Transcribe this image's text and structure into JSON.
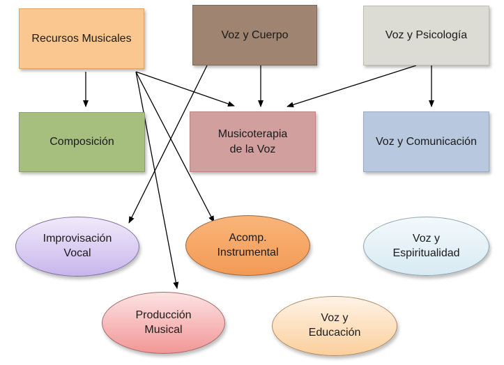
{
  "nodes": {
    "recursos": "Recursos Musicales",
    "cuerpo": "Voz y Cuerpo",
    "psicologia": "Voz y Psicología",
    "composicion": "Composición",
    "musicoterapia": "Musicoterapia\nde la Voz",
    "comunicacion": "Voz y Comunicación",
    "improvisacion": "Improvisación\nVocal",
    "acomp": "Acomp.\nInstrumental",
    "espiritualidad": "Voz y\nEspiritualidad",
    "produccion": "Producción\nMusical",
    "educacion": "Voz y\nEducación"
  },
  "colors": {
    "recursos": "#f9c78f",
    "cuerpo": "#9e8471",
    "psicologia": "#dcdcd4",
    "composicion": "#a6bf7f",
    "musicoterapia": "#d19f9e",
    "comunicacion": "#b8c8de",
    "improvisacion": "#c7b5eb",
    "acomp": "#f39a55",
    "espiritualidad": "#d8eaf3",
    "produccion": "#f29696",
    "educacion": "#fbcf9c",
    "arrow": "#000000"
  },
  "edges": [
    {
      "from": "recursos",
      "to": "composicion"
    },
    {
      "from": "recursos",
      "to": "musicoterapia"
    },
    {
      "from": "recursos",
      "to": "acomp"
    },
    {
      "from": "recursos",
      "to": "produccion"
    },
    {
      "from": "cuerpo",
      "to": "musicoterapia"
    },
    {
      "from": "cuerpo",
      "to": "improvisacion"
    },
    {
      "from": "psicologia",
      "to": "musicoterapia"
    },
    {
      "from": "psicologia",
      "to": "comunicacion"
    }
  ]
}
